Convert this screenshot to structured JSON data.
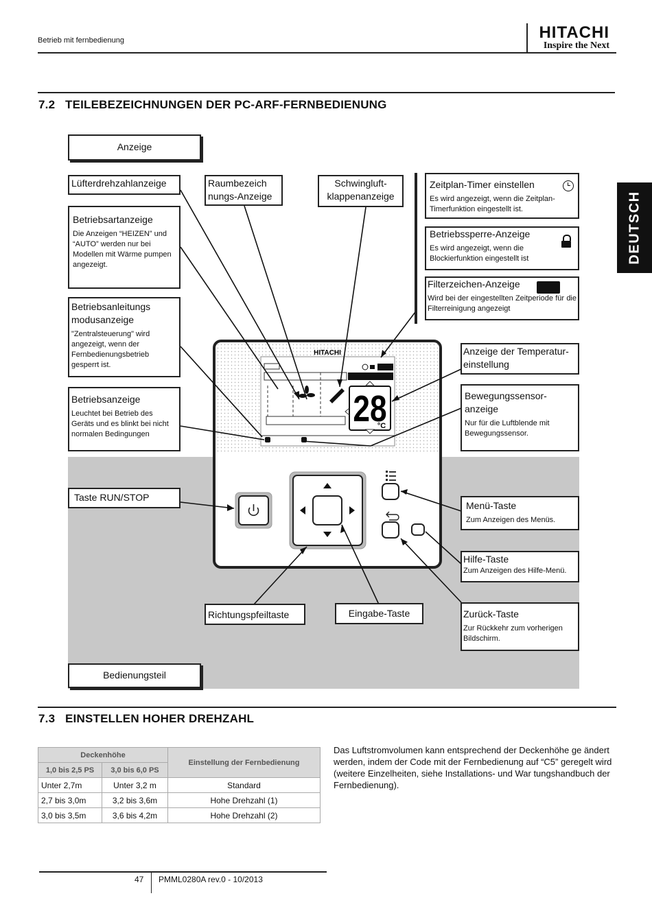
{
  "header": {
    "section_label": "Betrieb mit fernbedienung",
    "brand_name": "HITACHI",
    "brand_tagline": "Inspire the Next"
  },
  "side_tab": "DEUTSCH",
  "section_72": {
    "number": "7.2",
    "title": "TEILEBEZEICHNUNGEN DER PC-ARF-FERNBEDIENUNG"
  },
  "diagram": {
    "display_header": "Anzeige",
    "operation_header": "Bedienungsteil",
    "remote_brand": "HITACHI",
    "temperature": "28",
    "unit": "°C",
    "labels": {
      "fan_speed": {
        "title": "Lüfterdrehzahlanzeige"
      },
      "room_name": {
        "title": "Raumbezeich nungs-Anzeige"
      },
      "louver": {
        "title": "Schwingluft-klappenanzeige"
      },
      "schedule": {
        "title": "Zeitplan-Timer einstellen",
        "desc": "Es wird angezeigt, wenn die Zeitplan-Timerfunktion eingestellt ist."
      },
      "lock": {
        "title": "Betriebssperre-Anzeige",
        "desc": "Es wird angezeigt, wenn die Blockierfunktion eingestellt ist"
      },
      "filter": {
        "title": "Filterzeichen-Anzeige",
        "desc": "Wird bei der eingestellten Zeitperiode für die Filterreinigung angezeigt"
      },
      "mode": {
        "title": "Betriebsartanzeige",
        "desc": "Die Anzeigen “HEIZEN” und “AUTO” werden nur bei Modellen mit Wärme pumpen angezeigt."
      },
      "guidance": {
        "title": "Betriebsanleitungs modusanzeige",
        "desc": "\"Zentralsteuerung\" wird angezeigt, wenn der Fernbedienungsbetrieb gesperrt ist."
      },
      "operation": {
        "title": "Betriebsanzeige",
        "desc": "Leuchtet bei Betrieb des Geräts und es blinkt bei nicht normalen Bedingungen"
      },
      "temp_setting": {
        "title": "Anzeige der Temperatur-einstellung"
      },
      "motion": {
        "title": "Bewegungssensor-anzeige",
        "desc": "Nur für die Luftblende mit Bewegungssensor."
      },
      "run_stop": {
        "title": "Taste RUN/STOP"
      },
      "menu": {
        "title": "Menü-Taste",
        "desc": "Zum Anzeigen des Menüs."
      },
      "help": {
        "title": "Hilfe-Taste",
        "desc": "Zum Anzeigen des Hilfe-Menü."
      },
      "back": {
        "title": "Zurück-Taste",
        "desc": "Zur Rückkehr zum vorherigen Bildschirm."
      },
      "arrow": {
        "title": "Richtungspfeiltaste"
      },
      "enter": {
        "title": "Eingabe-Taste"
      }
    }
  },
  "section_73": {
    "number": "7.3",
    "title": "EINSTELLEN HOHER DREHZAHL"
  },
  "table": {
    "group_header": "Deckenhöhe",
    "col1": "1,0 bis 2,5 PS",
    "col2": "3,0 bis 6,0 PS",
    "col3": "Einstellung der Fernbedienung",
    "rows": [
      [
        "Unter 2,7m",
        "Unter 3,2 m",
        "Standard"
      ],
      [
        "2,7 bis 3,0m",
        "3,2 bis 3,6m",
        "Hohe Drehzahl (1)"
      ],
      [
        "3,0 bis 3,5m",
        "3,6 bis 4,2m",
        "Hohe Drehzahl (2)"
      ]
    ]
  },
  "paragraph": "Das Luftstromvolumen kann entsprechend der Deckenhöhe ge ändert werden, indem der Code mit der Fernbedienung auf “C5” geregelt wird (weitere Einzelheiten, siehe Installations- und War tungshandbuch der Fernbedienung).",
  "footer": {
    "page": "47",
    "doc_code": "PMML0280A rev.0 - 10/2013"
  }
}
